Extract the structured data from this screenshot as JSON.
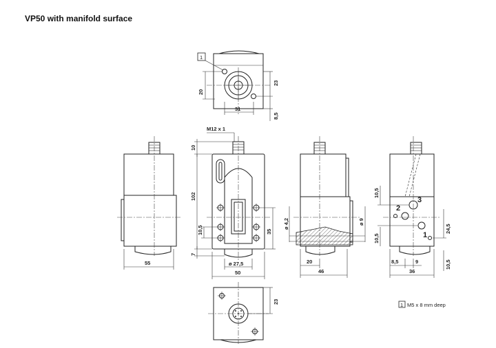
{
  "title": "VP50 with manifold surface",
  "callout_marker": "1",
  "dimensions": {
    "top_20": "20",
    "top_23": "23",
    "top_31": "31",
    "top_8_5": "8,5",
    "thread": "M12 x 1",
    "front_10": "10",
    "front_102": "102",
    "front_10_5": "10,5",
    "front_7": "7",
    "front_35": "35",
    "front_diam": "ø 27,5",
    "front_50": "50",
    "left_55": "55",
    "side_diam_4_2": "ø 4,2",
    "side_diam_9": "ø 9",
    "side_20": "20",
    "side_46": "46",
    "right_10_5_a": "10,5",
    "right_10_5_b": "10,5",
    "right_24_5": "24,5",
    "right_10_5_c": "10,5",
    "right_8_5": "8,5",
    "right_9": "9",
    "right_36": "36",
    "bottom_23": "23"
  },
  "ports": {
    "p1": "1",
    "p2": "2",
    "p3": "3"
  },
  "legend": {
    "marker": "1",
    "text": "M5 x 8 mm deep"
  },
  "colors": {
    "line": "#222222",
    "background": "#ffffff"
  }
}
